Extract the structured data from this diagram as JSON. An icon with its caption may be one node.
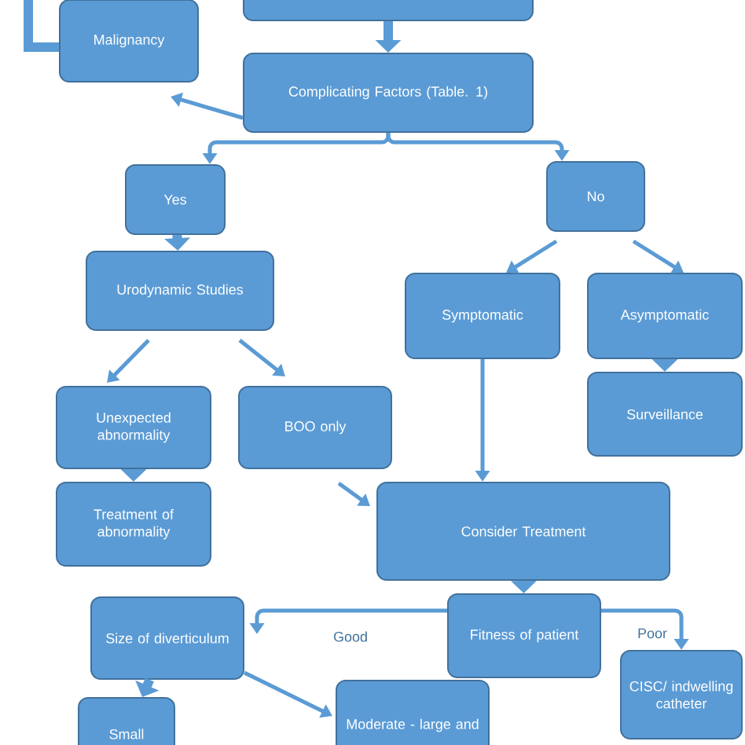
{
  "diagram": {
    "nodes": [
      {
        "text": [],
        "shape": "box"
      },
      {
        "text": [
          "Malignancy"
        ]
      },
      {
        "text": [
          "Complicating Factors (Table. 1)"
        ]
      },
      {
        "text": [
          "Yes"
        ]
      },
      {
        "text": [
          "No"
        ]
      },
      {
        "text": [
          "Urodynamic Studies"
        ]
      },
      {
        "text": [
          "Symptomatic"
        ]
      },
      {
        "text": [
          "Asymptomatic"
        ]
      },
      {
        "text": [
          "Unexpected abnormality"
        ]
      },
      {
        "text": [
          "BOO only"
        ]
      },
      {
        "text": [
          "Surveillance"
        ]
      },
      {
        "text": [
          "Treatment of abnormality"
        ]
      },
      {
        "text": [
          "Consider Treatment"
        ]
      },
      {
        "text": [
          "Size of diverticulum"
        ]
      },
      {
        "text": [
          "Fitness of patient"
        ]
      },
      {
        "text": [
          "CISC/ indwelling catheter"
        ]
      },
      {
        "text": [
          "Small"
        ]
      },
      {
        "text": [
          "Moderate - large and"
        ]
      }
    ],
    "edges": [
      {
        "from": null,
        "to": 1,
        "arrow": "none",
        "style": "thick"
      },
      {
        "from": 0,
        "to": 2,
        "arrow": "to",
        "style": "thick"
      },
      {
        "from": 2,
        "to": 1,
        "arrow": "to"
      },
      {
        "from": 2,
        "to": 3,
        "arrow": "to"
      },
      {
        "from": 2,
        "to": 4,
        "arrow": "to"
      },
      {
        "from": 3,
        "to": 5,
        "arrow": "to",
        "style": "thick"
      },
      {
        "from": 4,
        "to": 6,
        "arrow": "to"
      },
      {
        "from": 4,
        "to": 7,
        "arrow": "to"
      },
      {
        "from": 5,
        "to": 8,
        "arrow": "to"
      },
      {
        "from": 5,
        "to": 9,
        "arrow": "to"
      },
      {
        "from": 7,
        "to": 10,
        "arrow": "to",
        "style": "thick"
      },
      {
        "from": 8,
        "to": 11,
        "arrow": "to",
        "style": "thick"
      },
      {
        "from": 6,
        "to": 12,
        "arrow": "to"
      },
      {
        "from": 9,
        "to": 12,
        "arrow": "to"
      },
      {
        "from": 12,
        "to": 14,
        "arrow": "to",
        "style": "thick"
      },
      {
        "from": 14,
        "to": 13,
        "arrow": "to",
        "label": "Good"
      },
      {
        "from": 14,
        "to": 15,
        "arrow": "to",
        "label": "Poor"
      },
      {
        "from": 13,
        "to": 16,
        "arrow": "to",
        "style": "thick"
      },
      {
        "from": 13,
        "to": 17,
        "arrow": "to"
      }
    ]
  }
}
